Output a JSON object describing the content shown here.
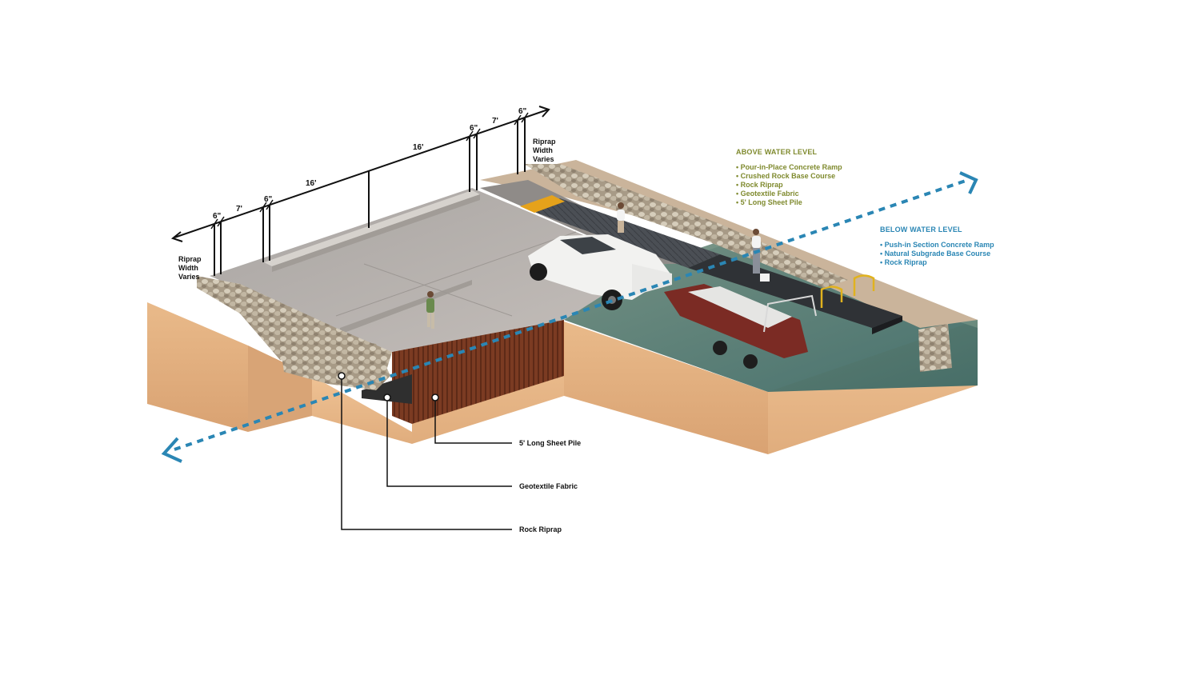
{
  "dimensions": {
    "top_labels": [
      "6\"",
      "7'",
      "16'"
    ],
    "mid_labels": [
      "16'",
      "6\""
    ],
    "right_labels": [
      "7'",
      "6\""
    ],
    "riprap_left": [
      "Riprap",
      "Width",
      "Varies"
    ],
    "riprap_right": [
      "Riprap",
      "Width",
      "Varies"
    ]
  },
  "legend": {
    "above": {
      "title": "ABOVE WATER LEVEL",
      "items": [
        "• Pour-in-Place Concrete Ramp",
        "• Crushed Rock Base Course",
        "• Rock Riprap",
        "• Geotextile Fabric",
        "• 5' Long Sheet Pile"
      ],
      "color": "#7f8a2e"
    },
    "below": {
      "title": "BELOW WATER LEVEL",
      "items": [
        "• Push-in Section Concrete Ramp",
        "• Natural Subgrade Base Course",
        "• Rock Riprap"
      ],
      "color": "#2a86b4"
    }
  },
  "callouts": {
    "sheet_pile": "5' Long Sheet Pile",
    "geotextile": "Geotextile Fabric",
    "riprap": "Rock Riprap"
  },
  "colors": {
    "water_line": "#2a86b4",
    "concrete": "#b9b4b0",
    "soil": "#e7b689",
    "sheet_pile": "#7a3a22",
    "water": "#4f7468"
  }
}
